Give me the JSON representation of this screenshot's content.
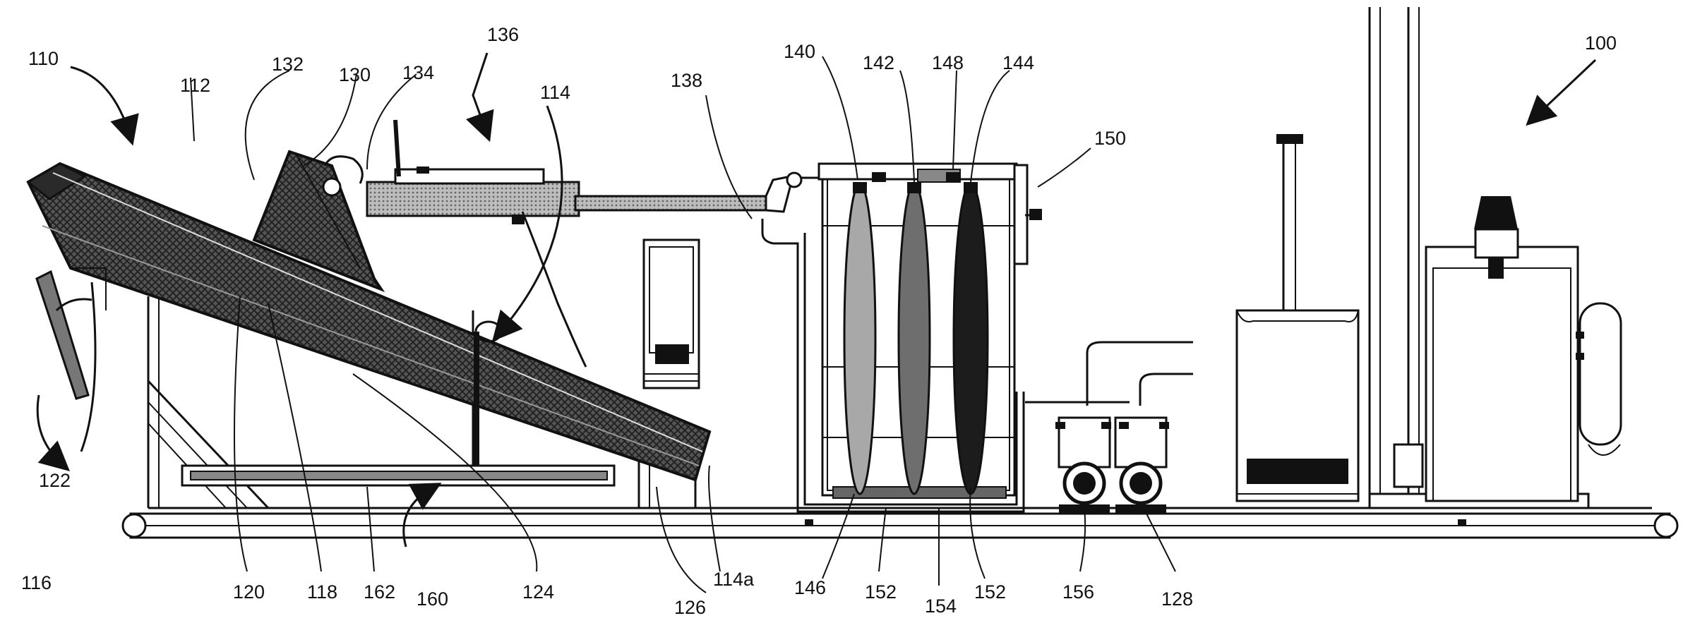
{
  "labels": {
    "l100": "100",
    "l110": "110",
    "l112": "112",
    "l114": "114",
    "l114a": "114a",
    "l116": "116",
    "l118": "118",
    "l120": "120",
    "l122": "122",
    "l124": "124",
    "l126": "126",
    "l128": "128",
    "l130": "130",
    "l132": "132",
    "l134": "134",
    "l136": "136",
    "l138": "138",
    "l140": "140",
    "l142": "142",
    "l144": "144",
    "l146": "146",
    "l148": "148",
    "l150": "150",
    "l152a": "152",
    "l152b": "152",
    "l154": "154",
    "l156": "156",
    "l160": "160",
    "l162": "162"
  },
  "colors": {
    "ink": "#111111",
    "paper": "#ffffff",
    "mesh": "#3a3a3a",
    "pipe": "#9a9a9a",
    "filterLight": "#a8a8a8",
    "filterMid": "#6e6e6e",
    "filterDark": "#1c1c1c"
  }
}
